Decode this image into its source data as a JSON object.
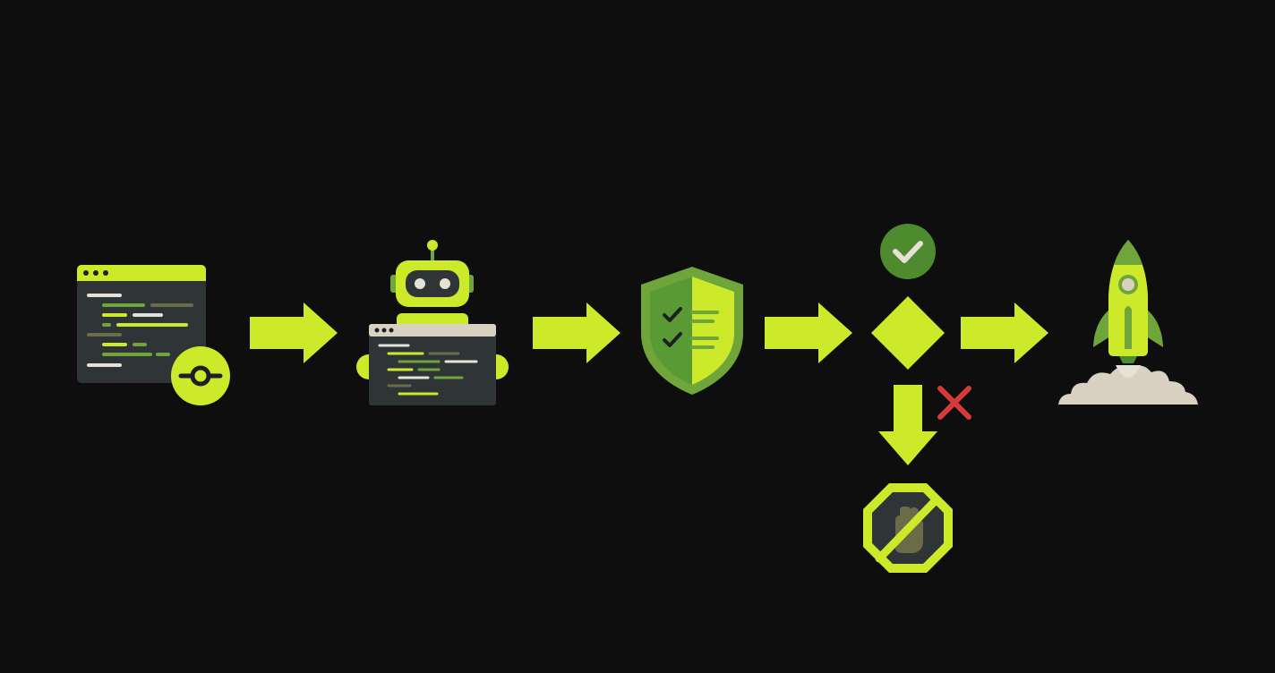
{
  "diagram": {
    "background": "#0e0e0e",
    "colors": {
      "lime": "#cdea2a",
      "green": "#6fa53a",
      "dark_green": "#4e8a2e",
      "panel": "#2f3436",
      "panel_dark": "#1c2023",
      "beige": "#d9d2c3",
      "red_x": "#d83a3a",
      "muted_olive": "#6b6b4a"
    },
    "steps": [
      {
        "id": "code-commit",
        "icon": "git-commit-code-window-icon"
      },
      {
        "id": "ai-review",
        "icon": "robot-code-review-icon"
      },
      {
        "id": "security-check",
        "icon": "shield-checklist-icon"
      },
      {
        "id": "decision",
        "icon": "decision-diamond-icon",
        "approved_icon": "check-circle-icon",
        "rejected_icon": "red-x-icon",
        "rejected_outcome": "stop-hand-octagon-icon"
      },
      {
        "id": "deploy",
        "icon": "rocket-launch-icon"
      }
    ],
    "connectors": [
      {
        "from": "code-commit",
        "to": "ai-review",
        "direction": "right"
      },
      {
        "from": "ai-review",
        "to": "security-check",
        "direction": "right"
      },
      {
        "from": "security-check",
        "to": "decision",
        "direction": "right"
      },
      {
        "from": "decision",
        "to": "deploy",
        "direction": "right"
      },
      {
        "from": "decision",
        "to": "stop",
        "direction": "down"
      }
    ]
  }
}
